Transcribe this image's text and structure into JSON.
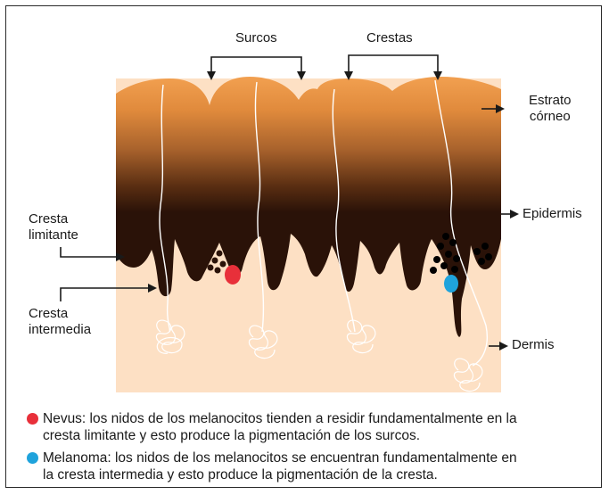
{
  "labels": {
    "surcos": "Surcos",
    "crestas": "Crestas",
    "estrato": "Estrato\ncórneo",
    "epidermis": "Epidermis",
    "cresta_limitante": "Cresta\nlimitante",
    "cresta_intermedia": "Cresta\nintermedia",
    "dermis": "Dermis"
  },
  "legend": [
    {
      "color": "#e8303a",
      "text": "Nevus: los nidos de los melanocitos tienden a residir fundamentalmente en la\ncresta limitante y esto produce la pigmentación de los surcos."
    },
    {
      "color": "#1fa3dc",
      "text": "Melanoma: los nidos de los melanocitos se encuentran fundamentalmente en\nla cresta intermedia y esto produce la pigmentación de la cresta."
    }
  ],
  "colors": {
    "dermis": "#fde0c4",
    "corneum": "#f2a050",
    "epidermis_dark": "#2a1208",
    "nevus": "#e8303a",
    "melanoma": "#1fa3dc"
  }
}
